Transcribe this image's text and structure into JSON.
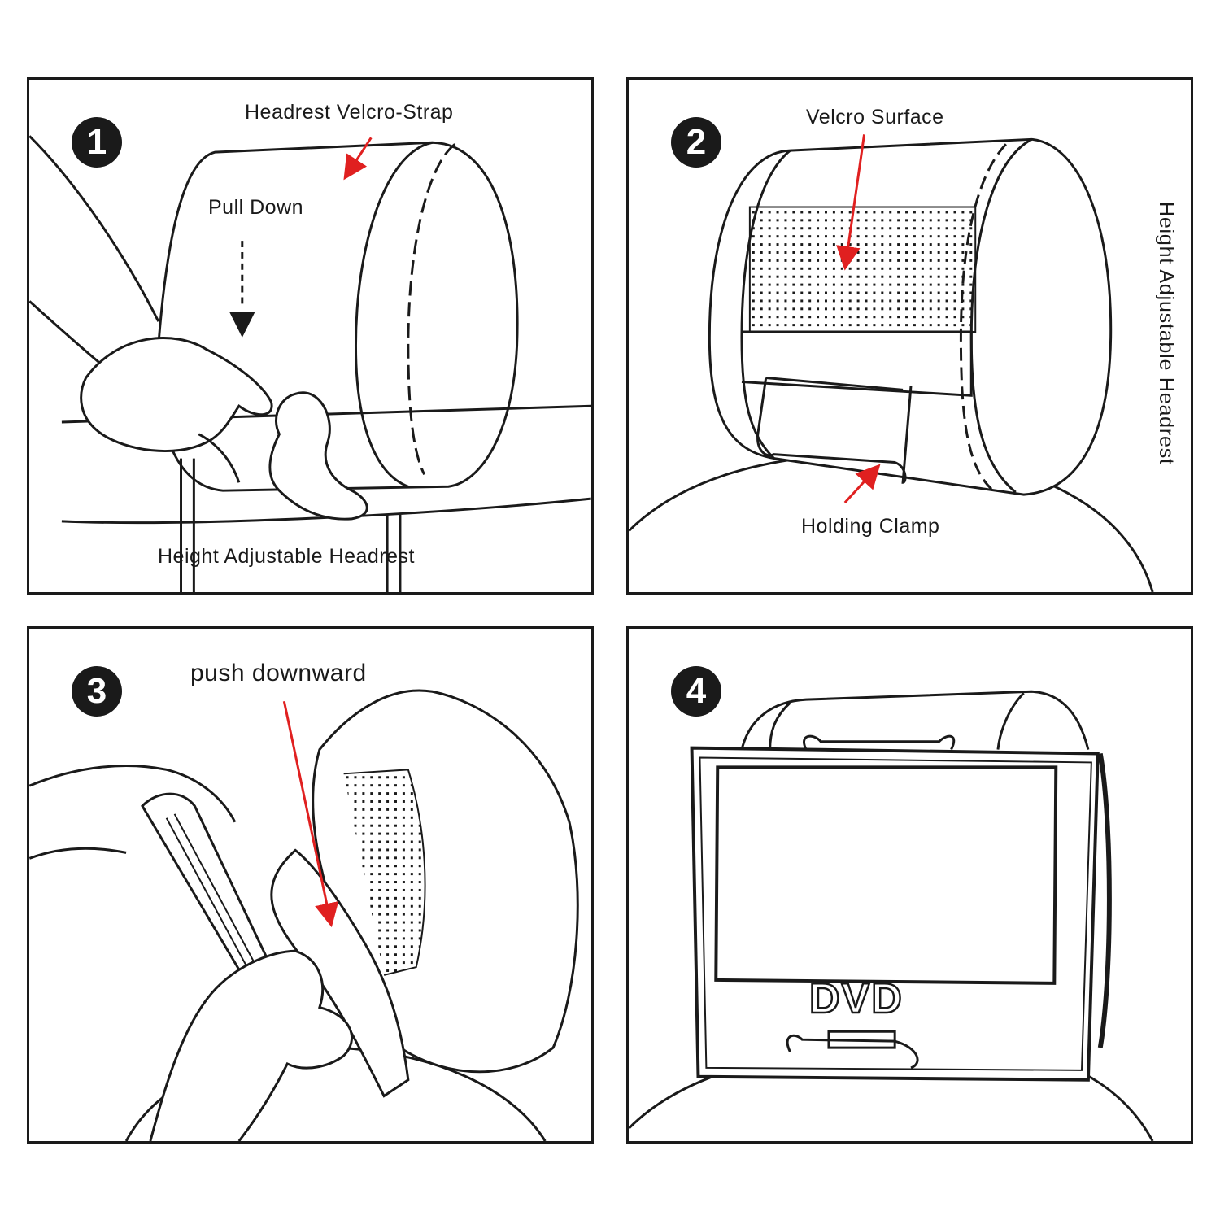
{
  "panels": [
    {
      "step": "1",
      "labels": {
        "strap": "Headrest Velcro-Strap",
        "pull": "Pull Down",
        "height": "Height Adjustable Headrest"
      }
    },
    {
      "step": "2",
      "labels": {
        "velcro": "Velcro Surface",
        "clamp": "Holding Clamp",
        "height": "Height Adjustable Headrest"
      }
    },
    {
      "step": "3",
      "labels": {
        "push": "push downward"
      }
    },
    {
      "step": "4",
      "labels": {
        "dvd": "DVD"
      }
    }
  ],
  "colors": {
    "line": "#1a1a1a",
    "arrow": "#e02020",
    "background": "#ffffff"
  }
}
